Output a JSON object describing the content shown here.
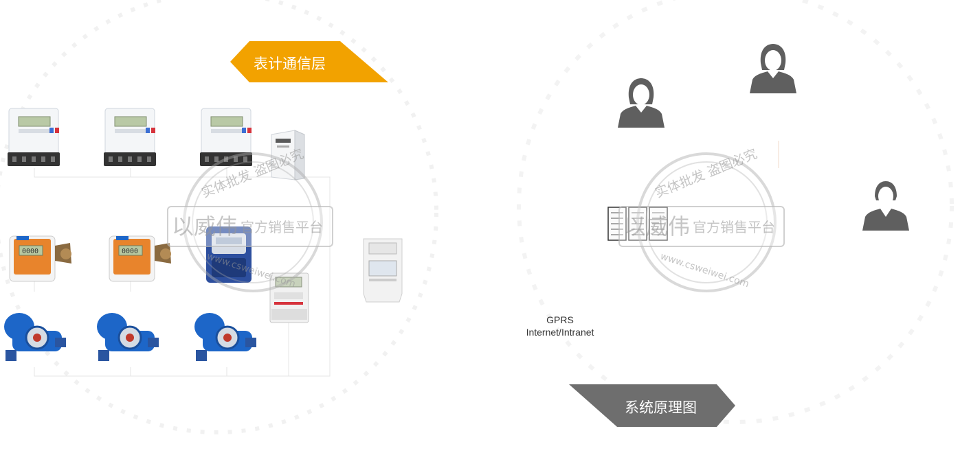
{
  "banners": {
    "meter_layer": "表计通信层",
    "system_diagram": "系统原理图"
  },
  "network": {
    "line1": "GPRS",
    "line2": "Internet/Intranet"
  },
  "watermark": {
    "arc_text": "实体批发 盗图必究",
    "brand": "以威伟",
    "platform": "官方销售平台",
    "url": "www.csweiwei.com"
  },
  "colors": {
    "orange_banner": "#f2a200",
    "gray_banner": "#6e6e6e",
    "person": "#5f5f5f",
    "meter_orange": "#e8842c",
    "meter_blue": "#1d66c8"
  },
  "icons": [
    "electric-meter-icon",
    "heat-meter-icon",
    "water-meter-icon",
    "concentrator-icon",
    "person-icon",
    "server-rack-icon"
  ]
}
